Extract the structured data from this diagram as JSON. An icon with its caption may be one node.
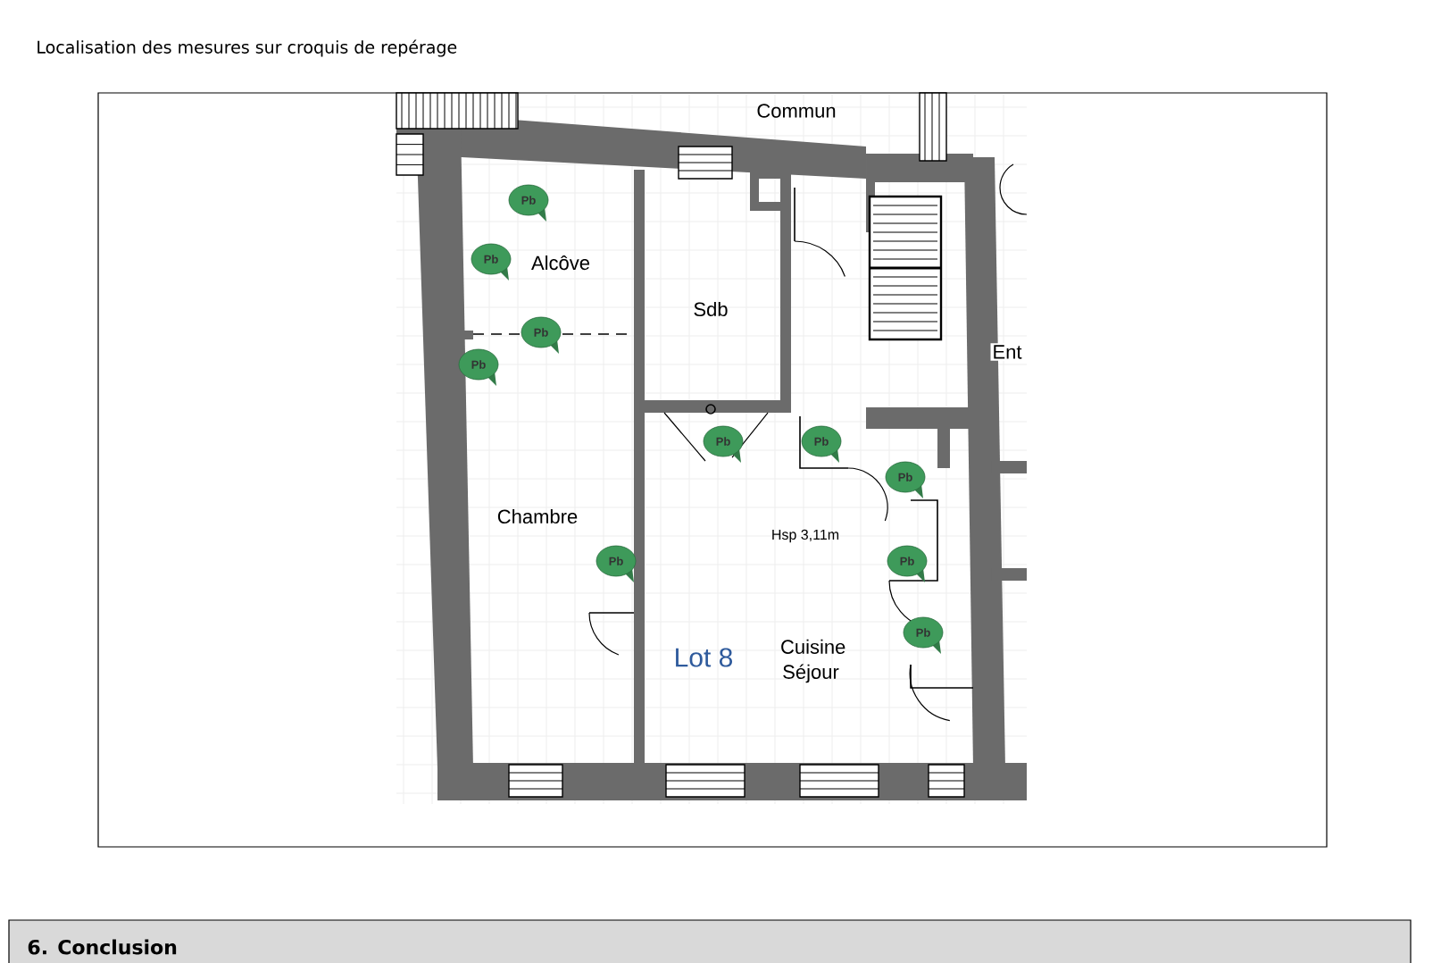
{
  "diagram": {
    "labels": [
      "Localisation des mesures sur croquis de repérage",
      "Commun",
      "Pb",
      "Pb",
      "Alcôve",
      "Sdb",
      "Pb",
      "Ent",
      "Pb",
      "Pb",
      "Pb",
      "Pb",
      "Chambre",
      "Hsp 3,11m",
      "Pb",
      "Pb",
      "Cuisine Séjour",
      "Lot 8",
      "Pb",
      "6. Conclusion"
    ]
  }
}
